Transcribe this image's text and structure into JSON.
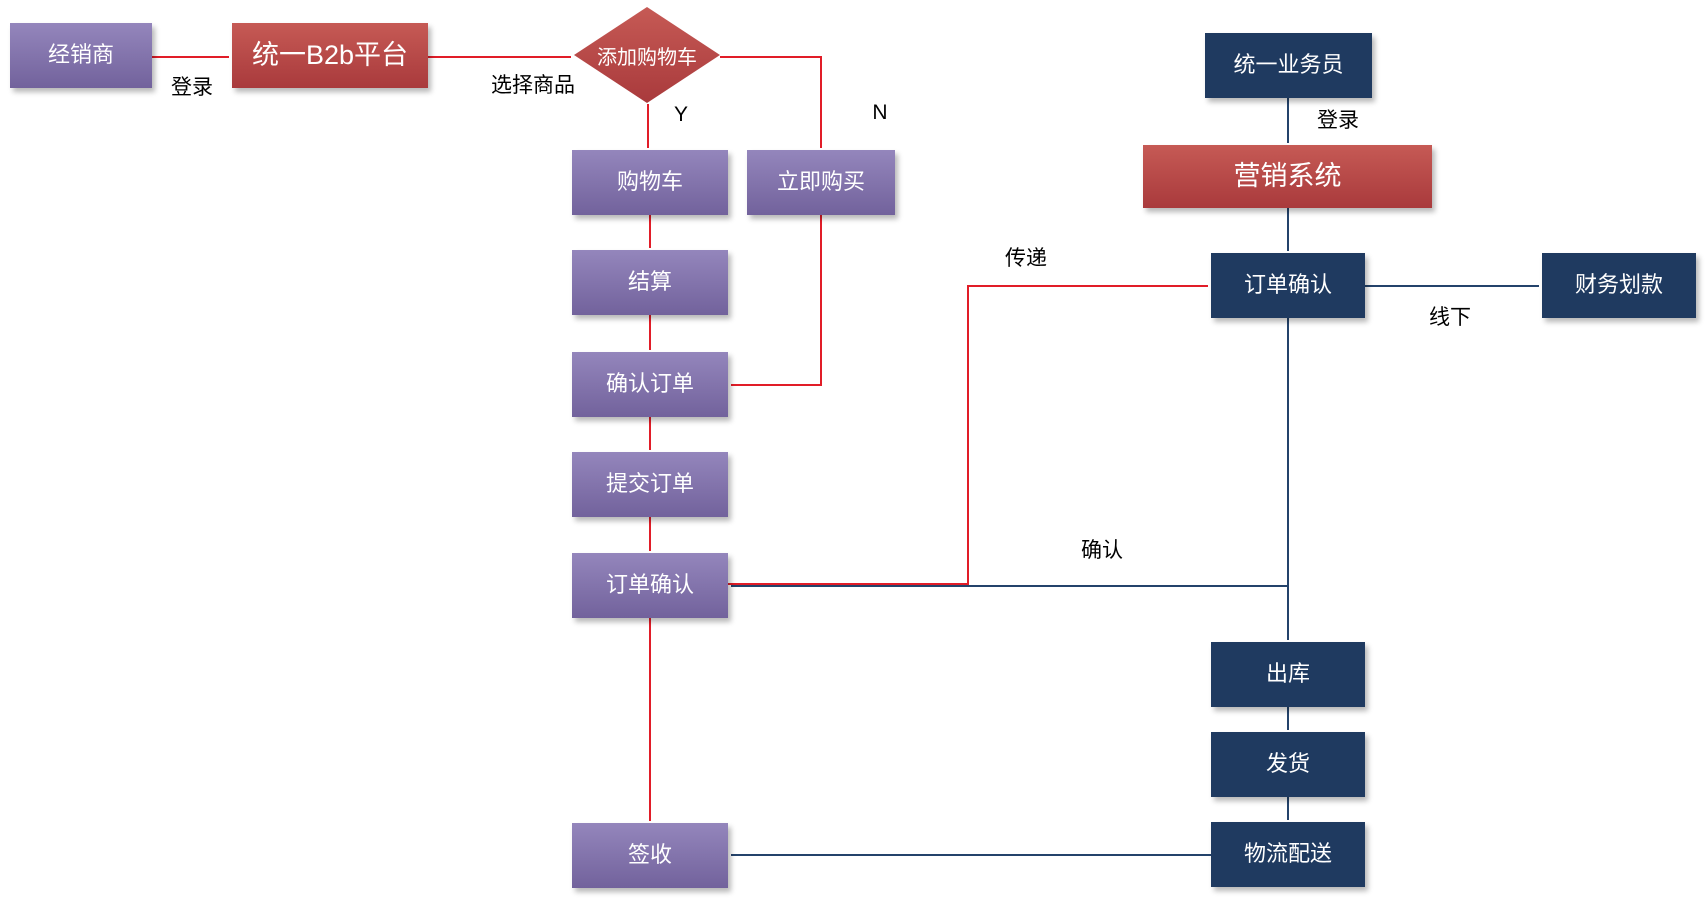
{
  "palette": {
    "purple_top": "#9486bc",
    "purple_bottom": "#72629c",
    "red_top": "#c65a55",
    "red_bottom": "#a93a3c",
    "navy_fill": "#1f3a60",
    "red_line": "#e11d28",
    "navy_line": "#24436b",
    "node_text": "#ffffff",
    "label_color": "#000000",
    "canvas_bg": "#ffffff"
  },
  "nodes": {
    "dealer": {
      "label": "经销商",
      "shape": "rect",
      "color": "purple"
    },
    "b2b_platform": {
      "label": "统一B2b平台",
      "shape": "rect",
      "color": "red"
    },
    "add_cart_decision": {
      "label": "添加购物车",
      "shape": "diamond",
      "color": "red"
    },
    "cart": {
      "label": "购物车",
      "shape": "rect",
      "color": "purple"
    },
    "buy_now": {
      "label": "立即购买",
      "shape": "rect",
      "color": "purple"
    },
    "checkout": {
      "label": "结算",
      "shape": "rect",
      "color": "purple"
    },
    "confirm_order": {
      "label": "确认订单",
      "shape": "rect",
      "color": "purple"
    },
    "submit_order": {
      "label": "提交订单",
      "shape": "rect",
      "color": "purple"
    },
    "order_confirm_dealer": {
      "label": "订单确认",
      "shape": "rect",
      "color": "purple"
    },
    "sign_receipt": {
      "label": "签收",
      "shape": "rect",
      "color": "purple"
    },
    "salesman": {
      "label": "统一业务员",
      "shape": "rect",
      "color": "navy"
    },
    "marketing_system": {
      "label": "营销系统",
      "shape": "rect",
      "color": "red"
    },
    "order_confirm_sales": {
      "label": "订单确认",
      "shape": "rect",
      "color": "navy"
    },
    "finance_transfer": {
      "label": "财务划款",
      "shape": "rect",
      "color": "navy"
    },
    "outbound": {
      "label": "出库",
      "shape": "rect",
      "color": "navy"
    },
    "ship": {
      "label": "发货",
      "shape": "rect",
      "color": "navy"
    },
    "logistics": {
      "label": "物流配送",
      "shape": "rect",
      "color": "navy"
    }
  },
  "edge_labels": {
    "login_dealer": "登录",
    "select_goods": "选择商品",
    "yes": "Y",
    "no": "N",
    "login_salesman": "登录",
    "transfer": "传递",
    "confirm": "确认",
    "offline": "线下"
  }
}
